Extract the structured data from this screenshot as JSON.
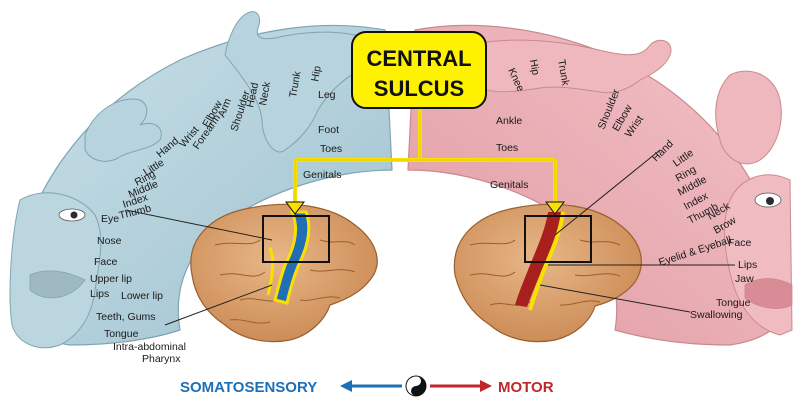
{
  "title": {
    "line1": "Central",
    "line2": "sulcus"
  },
  "sensory_labels": {
    "upper": [
      "Neck",
      "Head",
      "Shoulder",
      "Arm",
      "Elbow",
      "Forearm",
      "Wrist",
      "Hand",
      "Little",
      "Ring",
      "Middle",
      "Index",
      "Thumb"
    ],
    "hip": "Hip",
    "trunk": "Trunk",
    "leg": "Leg",
    "foot": "Foot",
    "toes": "Toes",
    "genitals": "Genitals",
    "eye": "Eye",
    "nose": "Nose",
    "face": "Face",
    "upper_lip": "Upper lip",
    "lips": "Lips",
    "lower_lip": "Lower lip",
    "teeth": "Teeth, Gums",
    "tongue": "Tongue",
    "intra": "Intra-abdominal",
    "pharynx": "Pharynx"
  },
  "motor_labels": {
    "hip": "Hip",
    "knee": "Knee",
    "trunk": "Trunk",
    "ankle": "Ankle",
    "toes": "Toes",
    "genitals": "Genitals",
    "shoulder": "Shoulder",
    "elbow": "Elbow",
    "wrist": "Wrist",
    "hand": "Hand",
    "little": "Little",
    "ring": "Ring",
    "middle": "Middle",
    "index": "Index",
    "thumb": "Thumb",
    "neck": "Neck",
    "brow": "Brow",
    "eyelid": "Eyelid & Eyeball",
    "face": "Face",
    "lips": "Lips",
    "jaw": "Jaw",
    "tongue": "Tongue",
    "swallowing": "Swallowing"
  },
  "bottom": {
    "left": "Somatosensory",
    "right": "Motor"
  },
  "colors": {
    "sensory": "#a9cbd6",
    "motor": "#e7a7ae",
    "title_box": "#fff200",
    "sensory_arrow": "#1f6fb6",
    "motor_arrow": "#c0262a",
    "brain": "#d9a06c"
  }
}
